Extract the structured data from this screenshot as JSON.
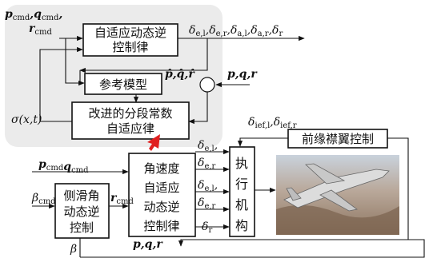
{
  "blocks": {
    "adaptive_dynamic_inversion": [
      "自适应动态逆",
      "控制律"
    ],
    "reference_model": "参考模型",
    "improved_adaptive_law": [
      "改进的分段常数",
      "自适应律"
    ],
    "angular_rate_controller": [
      "角速度",
      "自适应",
      "动态逆",
      "控制律"
    ],
    "actuator": [
      "执",
      "行",
      "机",
      "构"
    ],
    "sideslip_controller": [
      "侧滑角",
      "动态逆",
      "控制"
    ],
    "leading_edge_flap": "前缘襟翼控制"
  },
  "signals": {
    "sigma": "σ(x,t)",
    "beta": "β",
    "p_hat": "p̂",
    "q_hat": "q̂",
    "r_hat": "r̂",
    "p": "p",
    "q": "q",
    "r": "r",
    "pqr_comma": ",",
    "delta_e": "δ",
    "delta_a": "δ",
    "delta_r": "δ",
    "delta_ief": "δ",
    "cmd_sub": "cmd",
    "sub_el": "e,l",
    "sub_er": "e,r",
    "sub_al": "a,l",
    "sub_ar": "a,r",
    "sub_r": "r",
    "sub_iefl": "ief,l",
    "sub_iefr": "ief,r",
    "p_cmd": "p",
    "q_cmd": "q",
    "r_cmd": "r",
    "beta_cmd": "β"
  },
  "colors": {
    "panel": "#ebebeb",
    "arrow": "#e02020"
  }
}
